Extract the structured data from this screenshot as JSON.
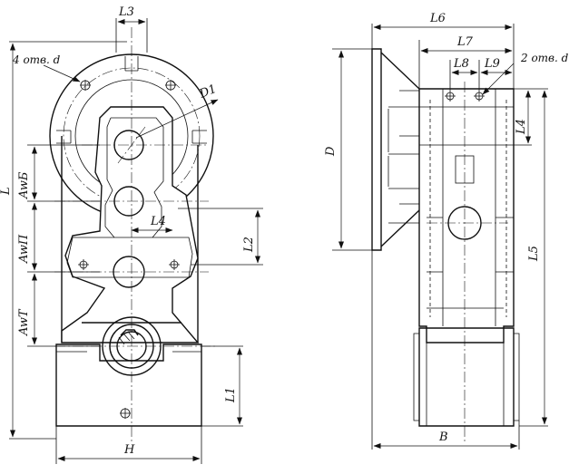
{
  "labels": {
    "L": "L",
    "L1": "L1",
    "L2": "L2",
    "L3": "L3",
    "L4_left": "L4",
    "L4_right": "L4",
    "L5": "L5",
    "L6": "L6",
    "L7": "L7",
    "L8": "L8",
    "L9": "L9",
    "D": "D",
    "D1": "D1",
    "H": "H",
    "B": "B",
    "Aw_B": "AwБ",
    "Aw_P": "AwП",
    "Aw_T": "AwТ",
    "holes_left": "4 отв. d",
    "holes_right": "2 отв. d"
  }
}
